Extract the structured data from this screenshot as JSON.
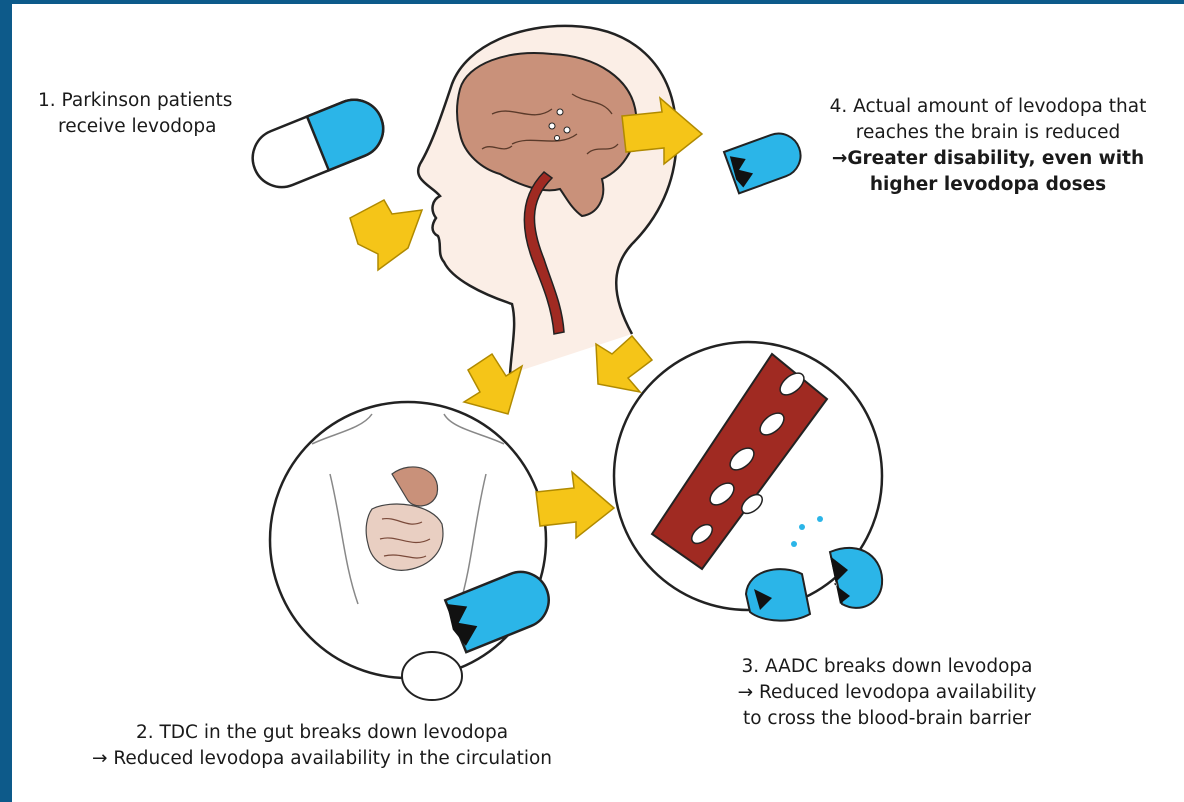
{
  "steps": {
    "step1": {
      "line1": "1. Parkinson patients",
      "line2": "receive levodopa"
    },
    "step2": {
      "line1": "2. TDC in the gut breaks down levodopa",
      "line2": "→ Reduced levodopa availability in the circulation"
    },
    "step3": {
      "line1": "3. AADC breaks down levodopa",
      "line2": "→ Reduced levodopa availability",
      "line3": "to cross the blood-brain barrier"
    },
    "step4": {
      "line1": "4. Actual amount of levodopa that",
      "line2": "reaches the brain is reduced",
      "line3": "→Greater disability, even with",
      "line4": "higher levodopa doses"
    }
  },
  "colors": {
    "background_frame": "#0d5a8a",
    "arrow": "#f5c518",
    "capsule_blue": "#2bb5e8",
    "brain": "#c9917a",
    "skin": "#fbeee6",
    "blood_vessel": "#a02a22"
  }
}
